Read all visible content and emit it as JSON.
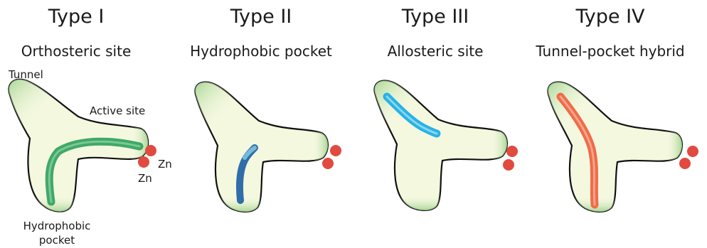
{
  "panels": [
    {
      "title": "Type I",
      "subtitle": "Orthosteric site",
      "labels": {
        "tunnel": "Tunnel",
        "active_site": "Active site",
        "zn_1": "Zn",
        "zn_2": "Zn",
        "hydrophobic_pocket_1": "Hydrophobic",
        "hydrophobic_pocket_2": "pocket"
      },
      "inhibitor_color": "#2e9e5b"
    },
    {
      "title": "Type II",
      "subtitle": "Hydrophobic pocket",
      "inhibitor_color": "#2f6ea8"
    },
    {
      "title": "Type III",
      "subtitle": "Allosteric site",
      "inhibitor_color": "#29b2e6"
    },
    {
      "title": "Type IV",
      "subtitle": "Tunnel-pocket hybrid",
      "inhibitor_color": "#ef6c4a"
    }
  ],
  "colors": {
    "protein_fill": "#f4f8df",
    "protein_shade": "#a9d696",
    "protein_outline": "#111111",
    "zinc": "#e24a3f"
  }
}
